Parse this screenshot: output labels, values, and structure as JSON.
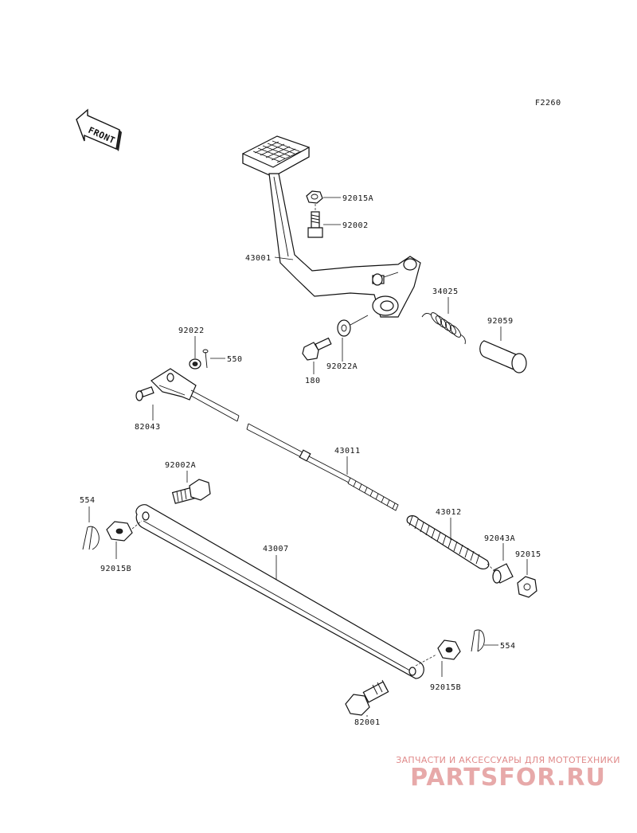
{
  "figure_code": "F2260",
  "front_label": "FRONT",
  "labels": {
    "p92015A": "92015A",
    "p92002": "92002",
    "p43001": "43001",
    "p34025": "34025",
    "p92059": "92059",
    "p92022": "92022",
    "p550": "550",
    "p92022A": "92022A",
    "p180": "180",
    "p82043": "82043",
    "p43011": "43011",
    "p92002A": "92002A",
    "p554a": "554",
    "p43012": "43012",
    "p92043A": "92043A",
    "p92015": "92015",
    "p92015B_a": "92015B",
    "p43007": "43007",
    "p554b": "554",
    "p92015B_b": "92015B",
    "p82001": "82001"
  },
  "watermark": {
    "tagline": "ЗАПЧАСТИ И АКСЕССУАРЫ ДЛЯ МОТОТЕХНИКИ",
    "logo": "PARTSFOR.RU"
  }
}
